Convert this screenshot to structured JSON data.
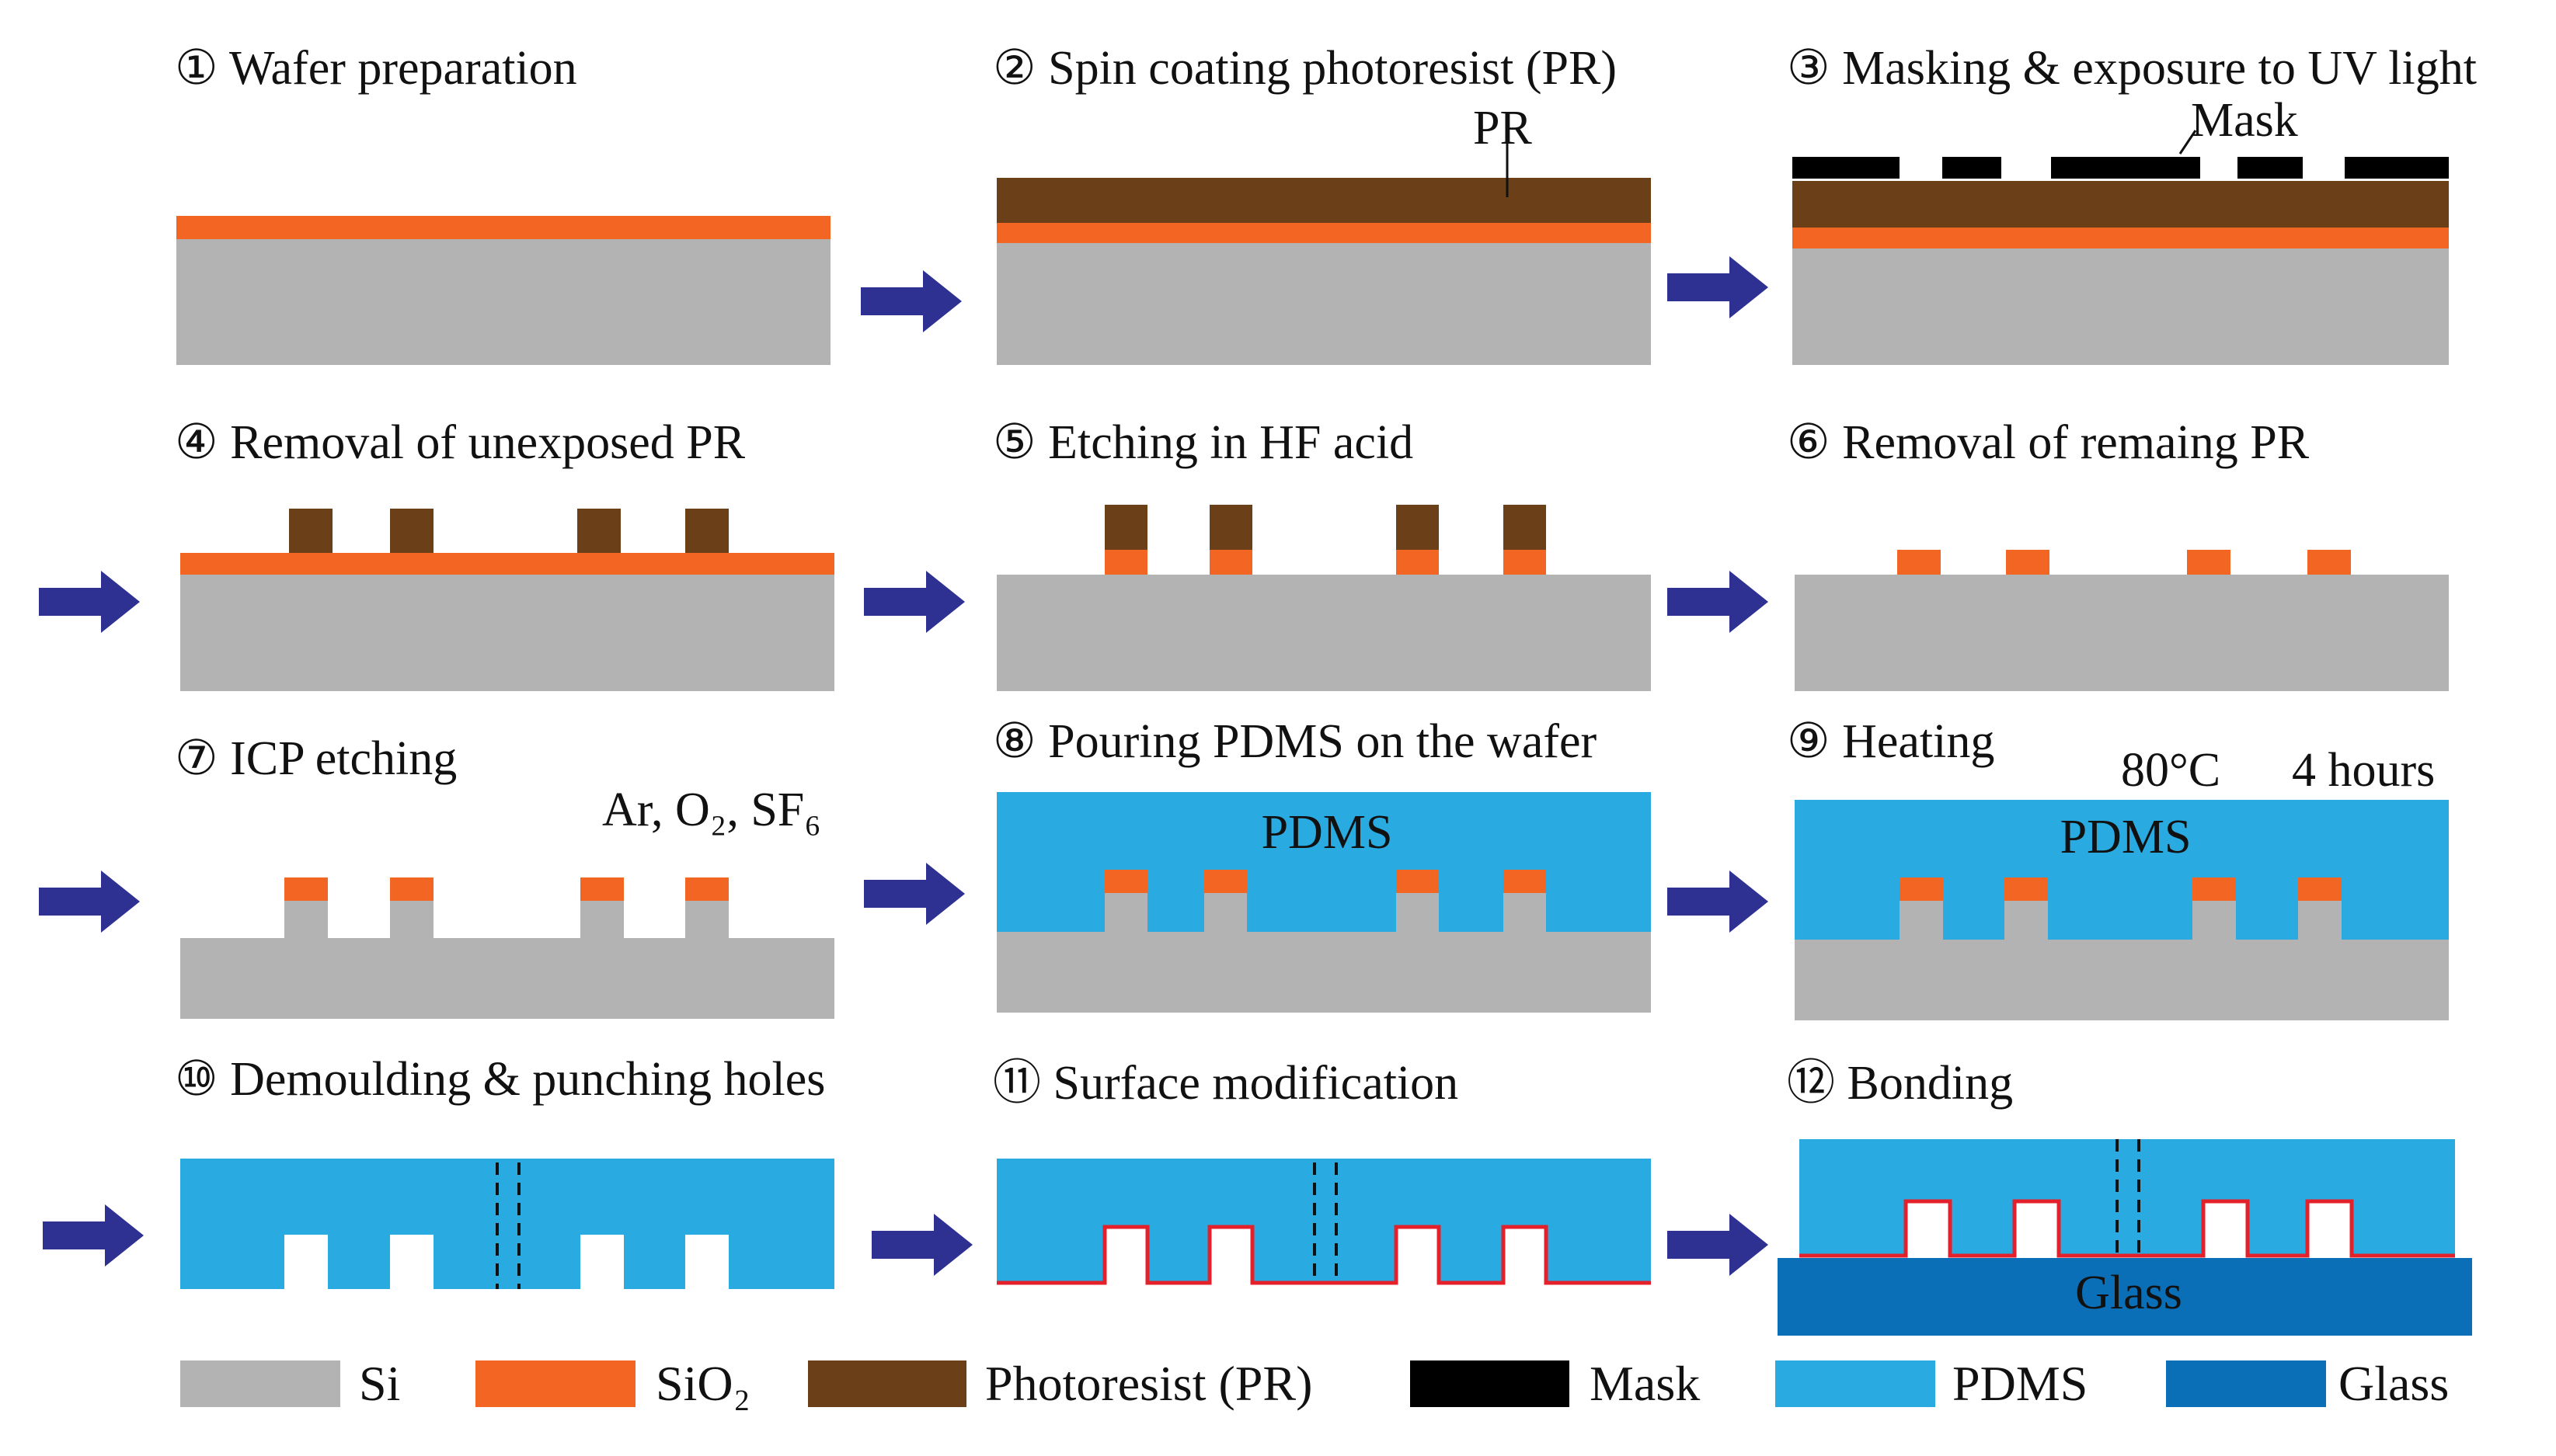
{
  "colors": {
    "si": "#b3b3b3",
    "sio2": "#f26522",
    "pr": "#6b3f17",
    "mask": "#000000",
    "pdms": "#29abe2",
    "glass": "#0b6fb8",
    "arrow": "#2e3192",
    "modified_surface": "#e4202b"
  },
  "steps": [
    {
      "num": "①",
      "title": "Wafer preparation"
    },
    {
      "num": "②",
      "title": "Spin coating photoresist (PR)"
    },
    {
      "num": "③",
      "title": "Masking & exposure to UV light"
    },
    {
      "num": "④",
      "title": "Removal of unexposed PR"
    },
    {
      "num": "⑤",
      "title": "Etching in HF acid"
    },
    {
      "num": "⑥",
      "title": "Removal of remaing PR"
    },
    {
      "num": "⑦",
      "title": "ICP etching"
    },
    {
      "num": "⑧",
      "title": "Pouring PDMS on the wafer"
    },
    {
      "num": "⑨",
      "title": "Heating"
    },
    {
      "num": "⑩",
      "title": "Demoulding & punching holes"
    },
    {
      "num": "⑪",
      "title": "Surface modification"
    },
    {
      "num": "⑫",
      "title": "Bonding"
    }
  ],
  "labels": {
    "pr": "PR",
    "mask": "Mask",
    "icp_gases": "Ar, O₂, SF₆",
    "pdms_step8": "PDMS",
    "pdms_step9": "PDMS",
    "temperature": "80°C",
    "duration": "4 hours",
    "glass": "Glass"
  },
  "legend": [
    {
      "key": "si",
      "label": "Si"
    },
    {
      "key": "sio2",
      "label": "SiO₂"
    },
    {
      "key": "pr",
      "label": "Photoresist (PR)"
    },
    {
      "key": "mask",
      "label": "Mask"
    },
    {
      "key": "pdms",
      "label": "PDMS"
    },
    {
      "key": "glass",
      "label": "Glass"
    }
  ]
}
